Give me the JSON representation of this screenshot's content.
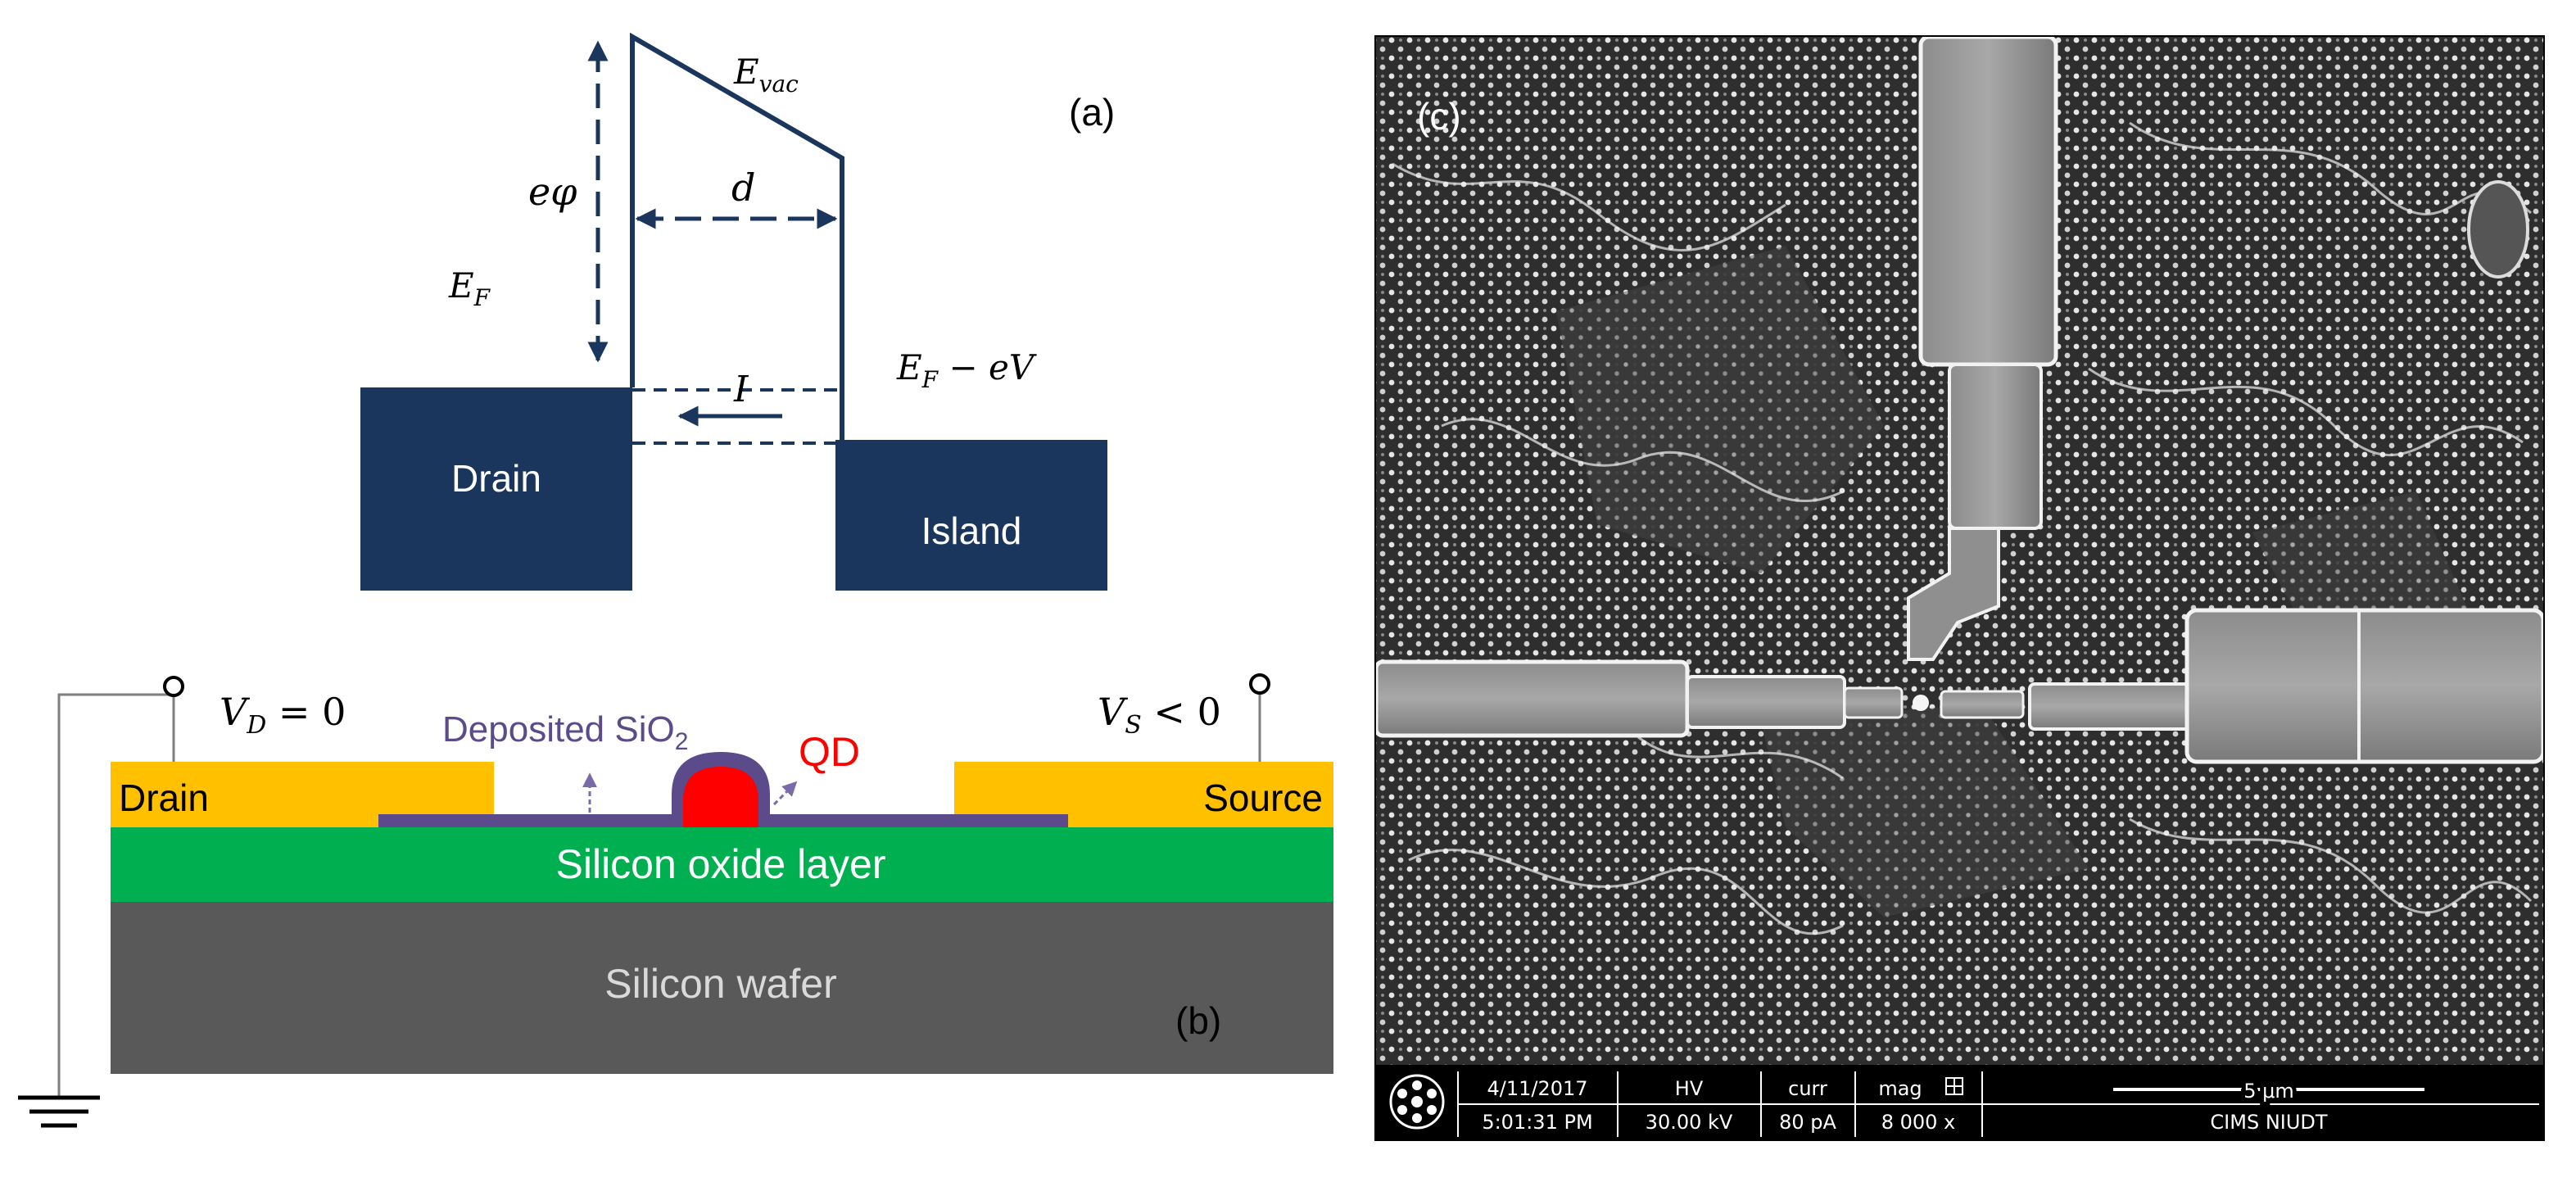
{
  "panel_a": {
    "label": "(a)",
    "evac_base": "E",
    "evac_sub": "vac",
    "ephi": "eφ",
    "d": "d",
    "ef_base": "E",
    "ef_sub": "F",
    "efv_base": "E",
    "efv_sub": "F",
    "efv_tail": " − eV",
    "current": "I",
    "drain": "Drain",
    "island": "Island"
  },
  "panel_b": {
    "label": "(b)",
    "vd_base": "V",
    "vd_sub": "D",
    "vd_tail": " = 0",
    "vs_base": "V",
    "vs_sub": "S",
    "vs_tail": " < 0",
    "deposited_main": "Deposited SiO",
    "deposited_sub": "2",
    "qd": "QD",
    "drain": "Drain",
    "source": "Source",
    "oxide": "Silicon oxide layer",
    "wafer": "Silicon wafer"
  },
  "panel_c": {
    "label": "(c)",
    "date": "4/11/2017",
    "time": "5:01:31 PM",
    "hv_label": "HV",
    "hv_value": "30.00 kV",
    "curr_label": "curr",
    "curr_value": "80 pA",
    "mag_label": "mag",
    "mag_value": "8 000 x",
    "scale_label": "5 μm",
    "institution": "CIMS NIUDT"
  },
  "colors": {
    "navy": "#1b365d",
    "gold": "#ffc000",
    "green": "#00b050",
    "gray": "#595959",
    "purple": "#5b4b8a",
    "red": "#ff0000"
  }
}
